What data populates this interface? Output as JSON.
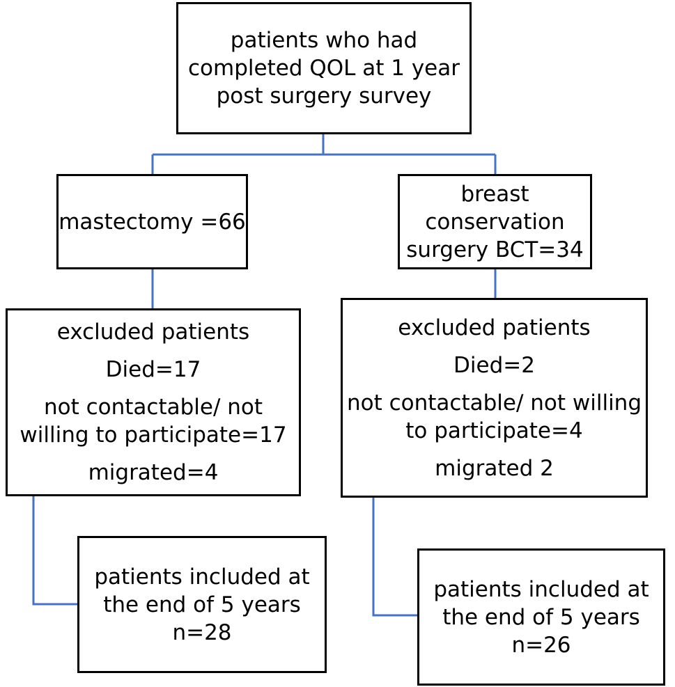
{
  "boxes": {
    "top": {
      "lines": [
        "patients who had",
        "completed QOL at 1 year",
        "post surgery survey"
      ]
    },
    "mastectomy": {
      "lines": [
        "mastectomy =66"
      ]
    },
    "bct": {
      "lines": [
        "breast",
        "conservation",
        "surgery BCT=34"
      ]
    },
    "excluded_left": {
      "title": "excluded patients",
      "died": "Died=17",
      "not_contactable": [
        "not contactable/ not",
        "willing to participate=17"
      ],
      "migrated": "migrated=4"
    },
    "excluded_right": {
      "title": "excluded patients",
      "died": "Died=2",
      "not_contactable": [
        "not contactable/ not willing",
        "to participate=4"
      ],
      "migrated": "migrated 2"
    },
    "included_left": {
      "lines": [
        "patients included at",
        "the end of 5 years",
        "n=28"
      ]
    },
    "included_right": {
      "lines": [
        "patients included at",
        "the end of 5 years",
        "n=26"
      ]
    }
  },
  "colors": {
    "connector": "#4472c4",
    "box_border": "#000000"
  }
}
